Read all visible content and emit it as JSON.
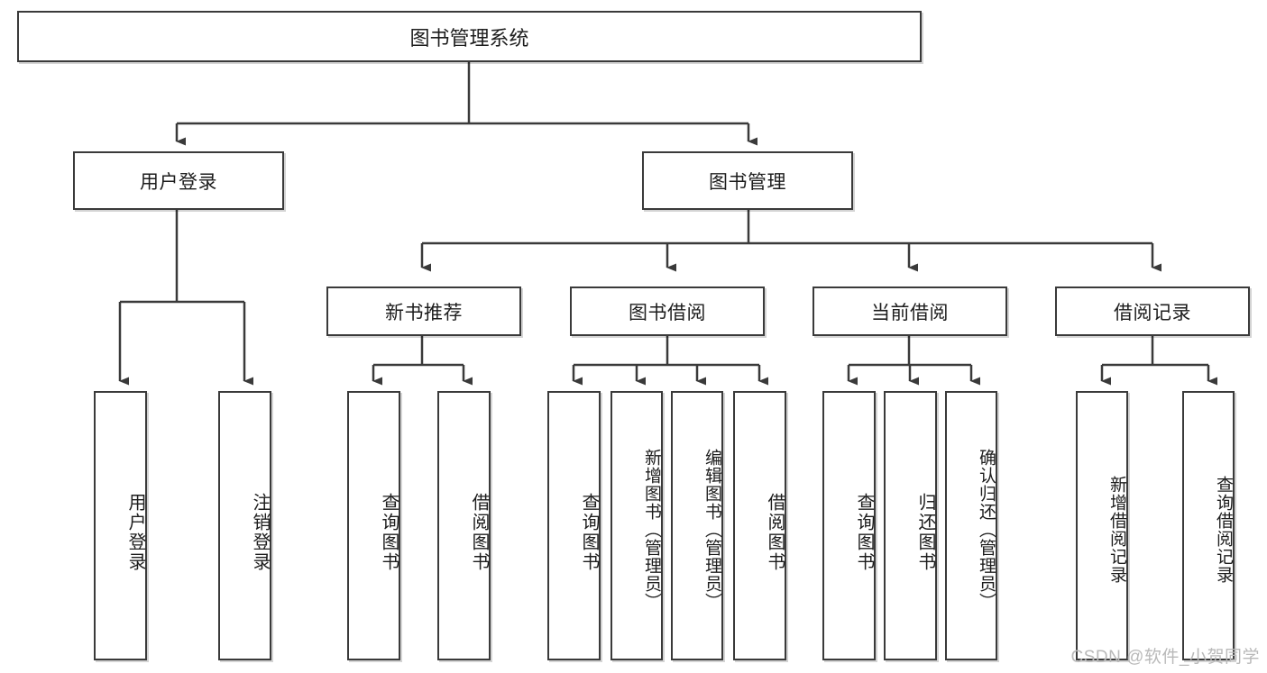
{
  "diagram": {
    "title": "图书管理系统",
    "type": "tree",
    "watermark": "CSDN @软件_小贺同学",
    "colors": {
      "box_border": "#3a3a3a",
      "box_fill": "#ffffff",
      "line": "#3a3a3a",
      "text": "#1d1d1d",
      "watermark": "#b9b9b9"
    },
    "nodes": {
      "root": {
        "label": "图书管理系统"
      },
      "level2": [
        {
          "id": "user-login",
          "label": "用户登录"
        },
        {
          "id": "book-management",
          "label": "图书管理"
        }
      ],
      "level3": [
        {
          "id": "new-book-recommend",
          "label": "新书推荐"
        },
        {
          "id": "book-borrow",
          "label": "图书借阅"
        },
        {
          "id": "current-borrow",
          "label": "当前借阅"
        },
        {
          "id": "borrow-record",
          "label": "借阅记录"
        }
      ],
      "leaves": {
        "user_login": [
          {
            "id": "leaf-user-login",
            "label": "用户登录"
          },
          {
            "id": "leaf-logout-login",
            "label": "注销登录"
          }
        ],
        "new_book_recommend": [
          {
            "id": "leaf-query-book-1",
            "label": "查询图书"
          },
          {
            "id": "leaf-borrow-book-1",
            "label": "借阅图书"
          }
        ],
        "book_borrow": [
          {
            "id": "leaf-query-book-2",
            "label": "查询图书"
          },
          {
            "id": "leaf-add-book",
            "label": "新增图书（管理员）"
          },
          {
            "id": "leaf-edit-book",
            "label": "编辑图书（管理员）"
          },
          {
            "id": "leaf-borrow-book-2",
            "label": "借阅图书"
          }
        ],
        "current_borrow": [
          {
            "id": "leaf-query-book-3",
            "label": "查询图书"
          },
          {
            "id": "leaf-return-book",
            "label": "归还图书"
          },
          {
            "id": "leaf-confirm-return",
            "label": "确认归还（管理员）"
          }
        ],
        "borrow_record": [
          {
            "id": "leaf-add-record",
            "label": "新增借阅记录"
          },
          {
            "id": "leaf-query-record",
            "label": "查询借阅记录"
          }
        ]
      }
    }
  }
}
